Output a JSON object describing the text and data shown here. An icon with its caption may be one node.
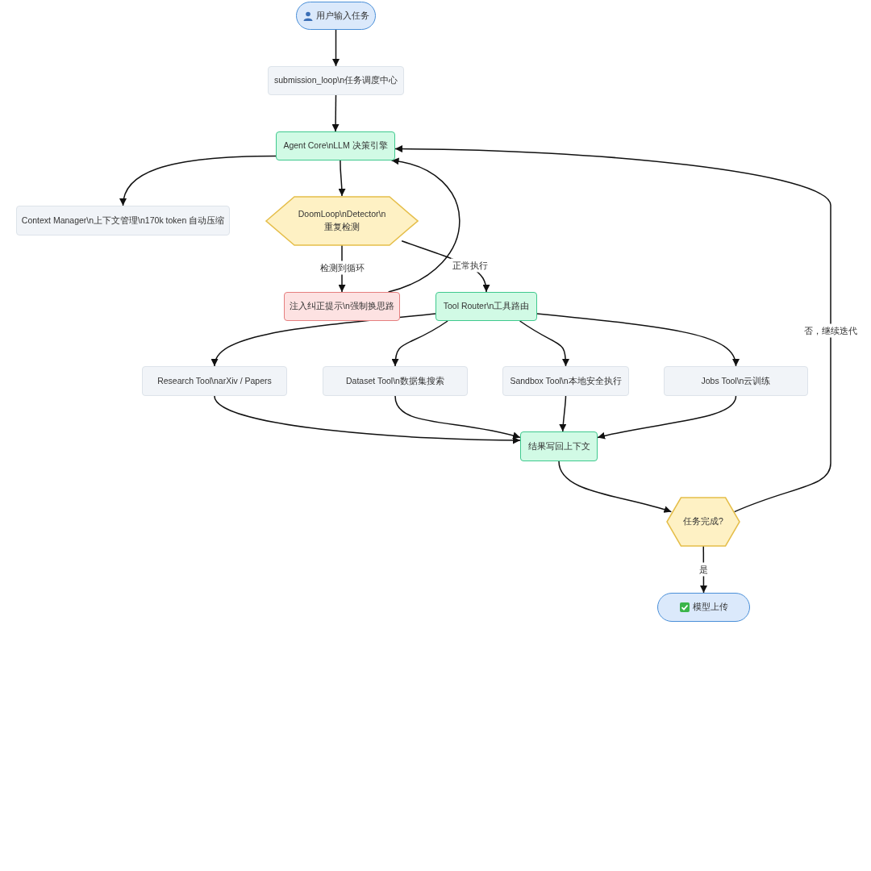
{
  "diagram": {
    "nodes": [
      {
        "text": [
          "用户输入任务"
        ]
      },
      {
        "text": [
          "submission_loop\\n任务调度中心"
        ]
      },
      {
        "text": [
          "Agent Core\\nLLM 决策引擎"
        ]
      },
      {
        "text": [
          "Context Manager\\n上下文管理\\n170k token 自动压缩"
        ]
      },
      {
        "text": [
          "DoomLoop\\nDetector\\n重复检测"
        ]
      },
      {
        "text": [
          "注入纠正提示\\n强制换思路"
        ]
      },
      {
        "text": [
          "Tool Router\\n工具路由"
        ]
      },
      {
        "text": [
          "Research Tool\\narXiv / Papers"
        ]
      },
      {
        "text": [
          "Dataset Tool\\n数据集搜索"
        ]
      },
      {
        "text": [
          "Sandbox Tool\\n本地安全执行"
        ]
      },
      {
        "text": [
          "Jobs Tool\\n云训练"
        ]
      },
      {
        "text": [
          "结果写回上下文"
        ]
      },
      {
        "text": [
          "任务完成?"
        ]
      },
      {
        "text": [
          "模型上传"
        ]
      }
    ],
    "edges": [
      {
        "from": 0,
        "to": 1,
        "arrow": "to"
      },
      {
        "from": 1,
        "to": 2,
        "arrow": "to"
      },
      {
        "from": 2,
        "to": 3,
        "arrow": "to"
      },
      {
        "from": 2,
        "to": 4,
        "arrow": "to"
      },
      {
        "from": 4,
        "to": 5,
        "arrow": "to",
        "label": "检测到循环"
      },
      {
        "from": 4,
        "to": 6,
        "arrow": "to",
        "label": "正常执行"
      },
      {
        "from": 5,
        "to": 2,
        "arrow": "to"
      },
      {
        "from": 6,
        "to": 7,
        "arrow": "to"
      },
      {
        "from": 6,
        "to": 8,
        "arrow": "to"
      },
      {
        "from": 6,
        "to": 9,
        "arrow": "to"
      },
      {
        "from": 6,
        "to": 10,
        "arrow": "to"
      },
      {
        "from": 7,
        "to": 11,
        "arrow": "to"
      },
      {
        "from": 8,
        "to": 11,
        "arrow": "to"
      },
      {
        "from": 9,
        "to": 11,
        "arrow": "to"
      },
      {
        "from": 10,
        "to": 11,
        "arrow": "to"
      },
      {
        "from": 11,
        "to": 12,
        "arrow": "to"
      },
      {
        "from": 12,
        "to": 2,
        "arrow": "to",
        "label": "否，继续迭代"
      },
      {
        "from": 12,
        "to": 13,
        "arrow": "to",
        "label": "是"
      }
    ]
  }
}
